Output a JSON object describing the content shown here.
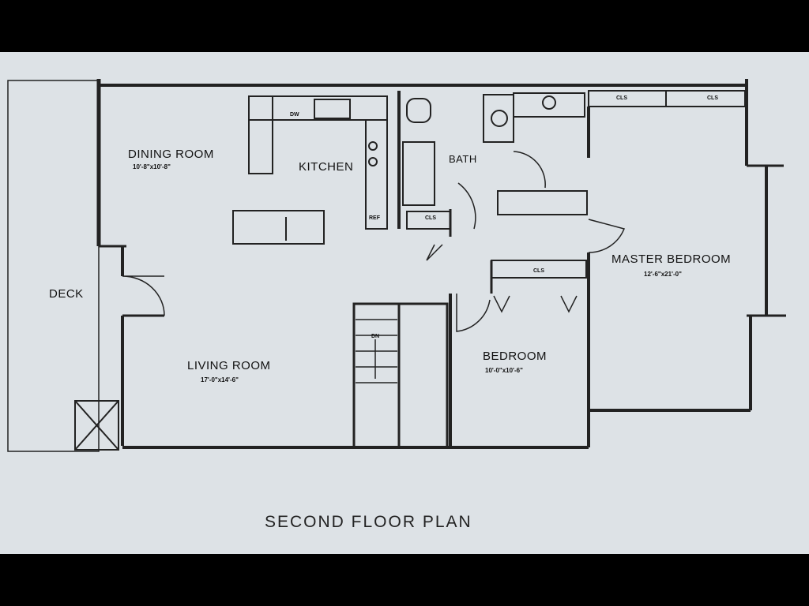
{
  "title": "SECOND FLOOR PLAN",
  "rooms": {
    "dining": {
      "name": "DINING ROOM",
      "dims": "10'-8\"x10'-8\""
    },
    "kitchen": {
      "name": "KITCHEN"
    },
    "bath": {
      "name": "BATH"
    },
    "deck": {
      "name": "DECK"
    },
    "living": {
      "name": "LIVING ROOM",
      "dims": "17'-0\"x14'-6\""
    },
    "bedroom": {
      "name": "BEDROOM",
      "dims": "10'-0\"x10'-6\""
    },
    "master": {
      "name": "MASTER BEDROOM",
      "dims": "12'-6\"x21'-0\""
    }
  },
  "fixtures": {
    "dw": "DW",
    "ref": "REF",
    "dn": "DN",
    "cls": "CLS"
  }
}
